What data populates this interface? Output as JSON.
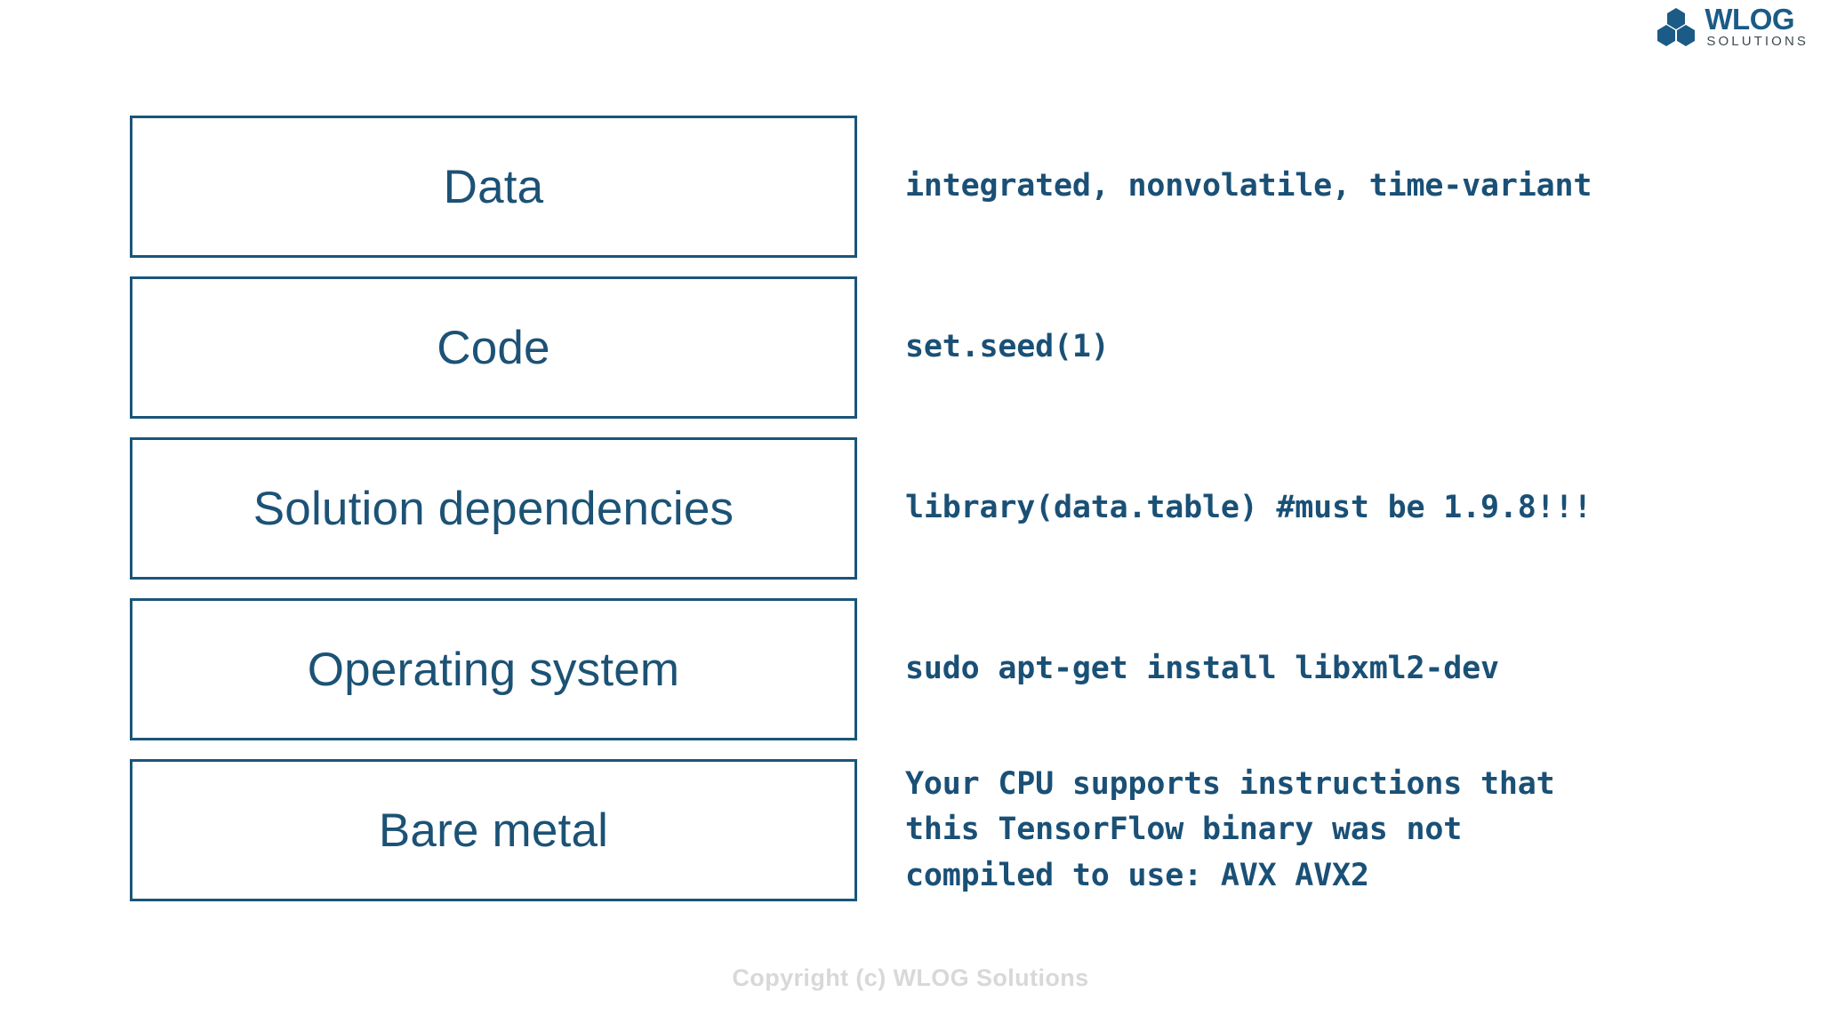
{
  "brand": {
    "logo_word": "WLOG",
    "logo_sub": "SOLUTIONS",
    "logo_icon": "hexagon-cluster-icon",
    "primary_color": "#1a5579",
    "text_color": "#1c5275",
    "footer_color": "#d8d8d8"
  },
  "stack": {
    "layers": [
      {
        "label": "Data",
        "code": "integrated, nonvolatile, time-variant"
      },
      {
        "label": "Code",
        "code": "set.seed(1)"
      },
      {
        "label": "Solution dependencies",
        "code": "library(data.table) #must be 1.9.8!!!"
      },
      {
        "label": "Operating system",
        "code": "sudo apt-get install libxml2-dev"
      },
      {
        "label": "Bare metal",
        "code": "Your CPU supports instructions that\nthis TensorFlow binary was not\ncompiled to use: AVX AVX2"
      }
    ]
  },
  "footer": {
    "copyright": "Copyright (c) WLOG Solutions"
  }
}
